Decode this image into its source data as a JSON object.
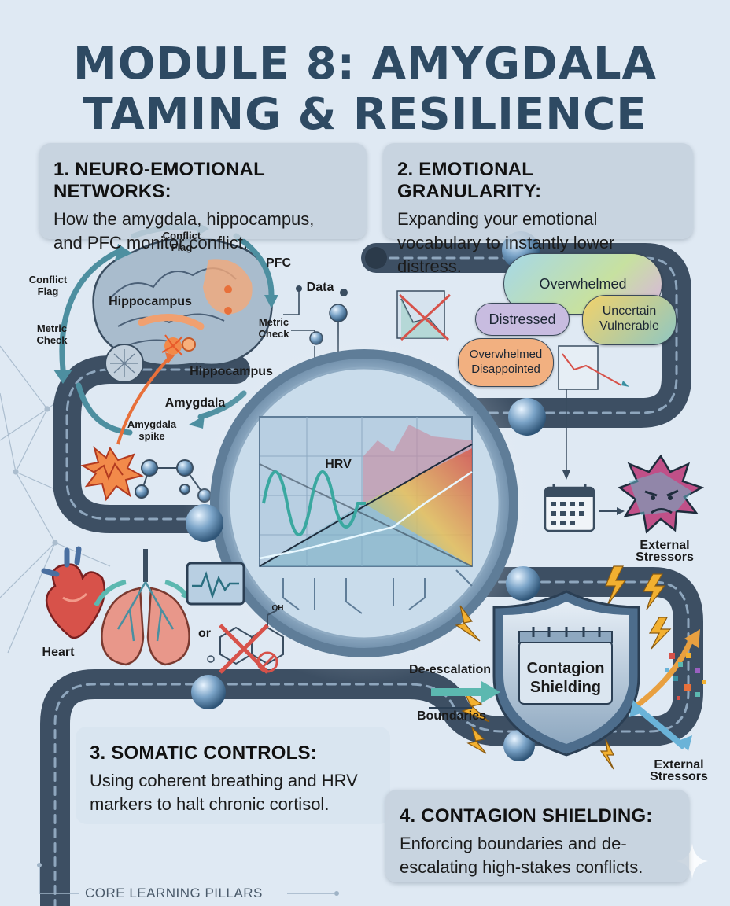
{
  "title": {
    "line1": "MODULE 8: AMYGDALA",
    "line2": "TAMING & RESILIENCE"
  },
  "pillars": [
    {
      "heading": "1. NEURO-EMOTIONAL NETWORKS:",
      "body_line1": "How the amygdala, hippocampus,",
      "body_line2": "and PFC monitor conflict."
    },
    {
      "heading": "2. EMOTIONAL GRANULARITY:",
      "body_line1": "Expanding your emotional",
      "body_line2": "vocabulary to instantly lower distress."
    },
    {
      "heading": "3. SOMATIC CONTROLS:",
      "body_line1": "Using coherent breathing and HRV",
      "body_line2": "markers to halt chronic cortisol."
    },
    {
      "heading": "4. CONTAGION SHIELDING:",
      "body_line1": "Enforcing boundaries and de-",
      "body_line2": "escalating high-stakes conflicts."
    }
  ],
  "brain_labels": {
    "conflict_flag_top": "Conflict Flag",
    "conflict_flag_left": "Conflict Flag",
    "metric_check_left": "Metric Check",
    "metric_check_right": "Metric Check",
    "pfc": "PFC",
    "data": "Data",
    "hippocampus_upper": "Hippocampus",
    "hippocampus_lower": "Hippocampus",
    "amygdala": "Amygdala",
    "amygdala_spike": "Amygdala spike"
  },
  "monitor": {
    "hrv": "HRV"
  },
  "emotions": {
    "overwhelmed": "Overwhelmed",
    "distressed": "Distressed",
    "uncertain": "Uncertain",
    "vulnerable": "Vulnerable",
    "overwhelmed2": "Overwhelmed",
    "disappointed": "Disappointed"
  },
  "body_labels": {
    "heart": "Heart",
    "or": "or",
    "oh": "OH"
  },
  "shield": {
    "line1": "Contagion",
    "line2": "Shielding",
    "deescalation": "De-escalation",
    "boundaries": "Boundaries",
    "external_top": "External Stressors",
    "external_bottom": "External Stressors"
  },
  "footer": "CORE LEARNING PILLARS",
  "colors": {
    "title": "#2e4a63",
    "road": "#3d4f63",
    "panel": "#c4d0dc",
    "accent": "#e8703a"
  }
}
